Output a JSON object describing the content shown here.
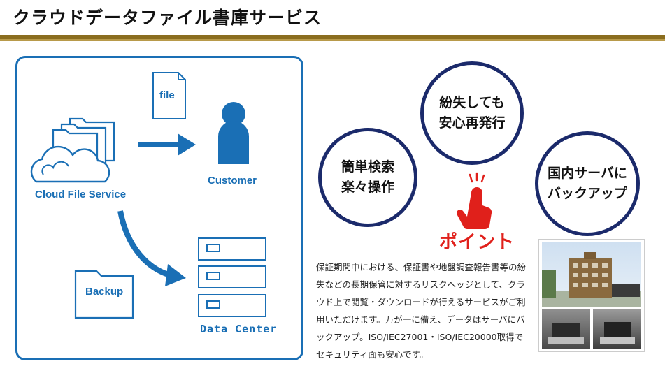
{
  "page": {
    "title": "クラウドデータファイル書庫サービス"
  },
  "diagram": {
    "cloud_label": "Cloud File Service",
    "customer_label": "Customer",
    "file_label": "file",
    "backup_label": "Backup",
    "datacenter_label": "Data Center"
  },
  "features": {
    "easy_line1": "簡単検索",
    "easy_line2": "楽々操作",
    "reissue_line1": "紛失しても",
    "reissue_line2": "安心再発行",
    "backup_line1": "国内サーバに",
    "backup_line2": "バックアップ"
  },
  "point_label": "ポイント",
  "description": "保証期間中における、保証書や地盤調査報告書等の紛失などの長期保管に対するリスクヘッジとして、クラウド上で閲覧・ダウンロードが行えるサービスがご利用いただけます。万が一に備え、データはサーバにバックアップ。ISO/IEC27001・ISO/IEC20000取得でセキュリティ面も安心です。",
  "colors": {
    "accent_blue": "#1a6fb5",
    "navy": "#1b2a6b",
    "gold": "#8a6d1f",
    "point_red": "#e0201b"
  }
}
